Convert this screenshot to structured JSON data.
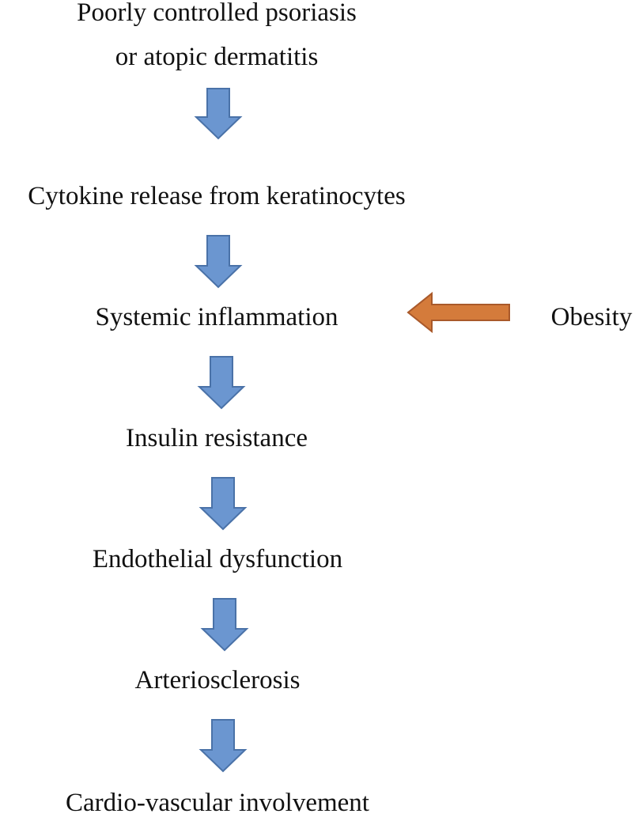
{
  "colors": {
    "down_arrow_fill": "#6b96d0",
    "down_arrow_stroke": "#4a72a8",
    "side_arrow_fill": "#d47b3b",
    "side_arrow_stroke": "#a9592a",
    "text": "#111111"
  },
  "diagram": {
    "nodes": [
      {
        "id": "psoriasis",
        "lines": [
          "Poorly controlled psoriasis",
          "or atopic dermatitis"
        ]
      },
      {
        "id": "cytokine",
        "lines": [
          "Cytokine release from keratinocytes"
        ]
      },
      {
        "id": "inflammation",
        "lines": [
          "Systemic inflammation"
        ]
      },
      {
        "id": "insulin",
        "lines": [
          "Insulin resistance"
        ]
      },
      {
        "id": "endothelial",
        "lines": [
          "Endothelial dysfunction"
        ]
      },
      {
        "id": "arteriosclerosis",
        "lines": [
          "Arteriosclerosis"
        ]
      },
      {
        "id": "cardio",
        "lines": [
          "Cardio-vascular involvement"
        ]
      },
      {
        "id": "obesity",
        "lines": [
          "Obesity"
        ]
      }
    ],
    "edges": [
      {
        "from": "psoriasis",
        "to": "cytokine",
        "style": "down"
      },
      {
        "from": "cytokine",
        "to": "inflammation",
        "style": "down"
      },
      {
        "from": "inflammation",
        "to": "insulin",
        "style": "down"
      },
      {
        "from": "insulin",
        "to": "endothelial",
        "style": "down"
      },
      {
        "from": "endothelial",
        "to": "arteriosclerosis",
        "style": "down"
      },
      {
        "from": "arteriosclerosis",
        "to": "cardio",
        "style": "down"
      },
      {
        "from": "obesity",
        "to": "inflammation",
        "style": "left"
      }
    ]
  }
}
